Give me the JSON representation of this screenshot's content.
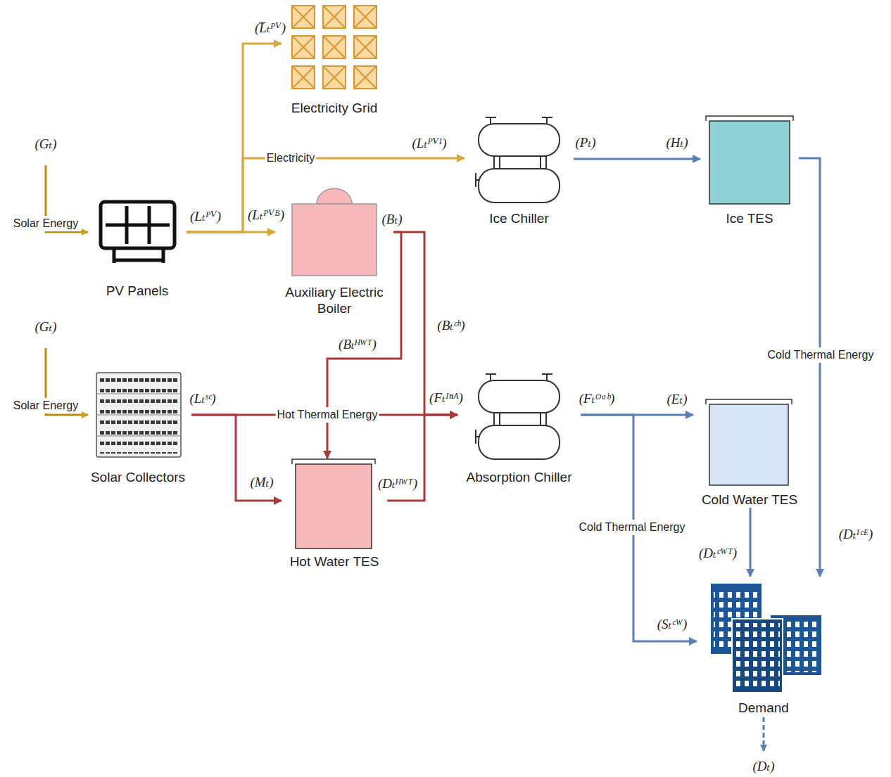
{
  "diagram": {
    "nodes": [
      {
        "text": [
          "Electricity Grid"
        ]
      },
      {
        "text": [
          "PV Panels"
        ]
      },
      {
        "text": [
          "Ice Chiller"
        ]
      },
      {
        "text": [
          "Ice TES"
        ]
      },
      {
        "text": [
          "Auxiliary Electric Boiler"
        ]
      },
      {
        "text": [
          "Solar Collectors"
        ]
      },
      {
        "text": [
          "Absorption Chiller"
        ]
      },
      {
        "text": [
          "Cold Water TES"
        ]
      },
      {
        "text": [
          "Hot Water TES"
        ]
      },
      {
        "text": [
          "Demand"
        ]
      }
    ],
    "edges": [
      {
        "from": 1,
        "to": 0,
        "arrow": "to",
        "label": "(L̅ₜᴾⱽ)"
      },
      {
        "from": 1,
        "to": 2,
        "arrow": "to",
        "label": "Electricity"
      },
      {
        "from": 1,
        "to": 4,
        "arrow": "to",
        "label": "(Lₜᴾⱽᴮ)"
      },
      {
        "from": 2,
        "to": 3,
        "arrow": "to",
        "label": "(Hₜ)"
      },
      {
        "from": 4,
        "to": 8,
        "arrow": "to",
        "label": "(Bₜᴴᵂᵀ)"
      },
      {
        "from": 4,
        "to": 6,
        "arrow": "to",
        "label": "(Bₜᶜʰ)"
      },
      {
        "from": 5,
        "to": 6,
        "arrow": "to",
        "label": "Hot Thermal Energy"
      },
      {
        "from": 5,
        "to": 8,
        "arrow": "to",
        "label": "(Mₜ)"
      },
      {
        "from": 8,
        "to": 6,
        "arrow": "to",
        "label": "(Dₜᴴᵂᵀ)"
      },
      {
        "from": 6,
        "to": 7,
        "arrow": "to",
        "label": "(Eₜ)"
      },
      {
        "from": 6,
        "to": 9,
        "arrow": "to",
        "label": "(Sₜᶜᵂ)"
      },
      {
        "from": 7,
        "to": 9,
        "arrow": "to",
        "label": "(Dₜᶜᵂᵀ)"
      },
      {
        "from": 3,
        "to": 9,
        "arrow": "to",
        "label": "(Dₜᴵᶜᴱ)"
      }
    ],
    "labels": [
      "(Gₜ)",
      "Solar Energy",
      "(Gₜ)",
      "Solar Energy",
      "(Lₜᴾⱽ)",
      "(Lₜᴾⱽᴵ)",
      "(Pₜ)",
      "(Bₜ)",
      "(Lₜˢᶜ)",
      "(Fₜᴵⁿᴬ)",
      "(Fₜᴼᵃᵇ)",
      "Cold Thermal Energy",
      "Cold Thermal Energy",
      "(Dₜ)"
    ]
  }
}
